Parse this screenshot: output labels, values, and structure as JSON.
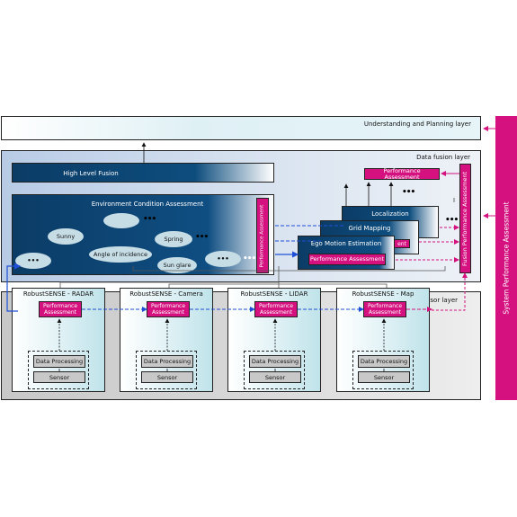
{
  "understanding_layer": {
    "title": "Understanding and Planning layer"
  },
  "data_fusion_layer": {
    "title": "Data fusion layer",
    "high_level_fusion": "High Level Fusion",
    "env_condition": {
      "title": "Environment Condition Assessment",
      "performance": "Performance Assessment",
      "conditions": [
        "Sunny",
        "Spring",
        "Angle of incidence",
        "Sun glare"
      ],
      "ellipsis": "•••"
    },
    "modules": {
      "localization": "Localization",
      "grid_mapping": "Grid Mapping",
      "ego_motion": "Ego Motion Estimation",
      "performance": "Performance Assessment",
      "grid_pa_fragment": "ent"
    },
    "top_performance": "Performance Assessment",
    "fusion_performance": "Fusion Performance Assessment",
    "ellipsis": "•••"
  },
  "sensor_layer": {
    "title": "Sensor layer",
    "sensors": [
      {
        "title": "RobustSENSE - RADAR",
        "performance": "Performance Assessment",
        "processing": "Data Processing",
        "sensor": "Sensor"
      },
      {
        "title": "RobustSENSE - Camera",
        "performance": "Performance Assessment",
        "processing": "Data Processing",
        "sensor": "Sensor"
      },
      {
        "title": "RobustSENSE - LIDAR",
        "performance": "Performance Assessment",
        "processing": "Data Processing",
        "sensor": "Sensor"
      },
      {
        "title": "RobustSENSE - Map",
        "performance": "Performance Assessment",
        "processing": "Data Processing",
        "sensor": "Sensor"
      }
    ]
  },
  "system_performance": "System Performance Assessment",
  "colors": {
    "magenta": "#d4117f",
    "dark_blue": "#0b3c66",
    "arrow_blue": "#1f4fd6"
  }
}
